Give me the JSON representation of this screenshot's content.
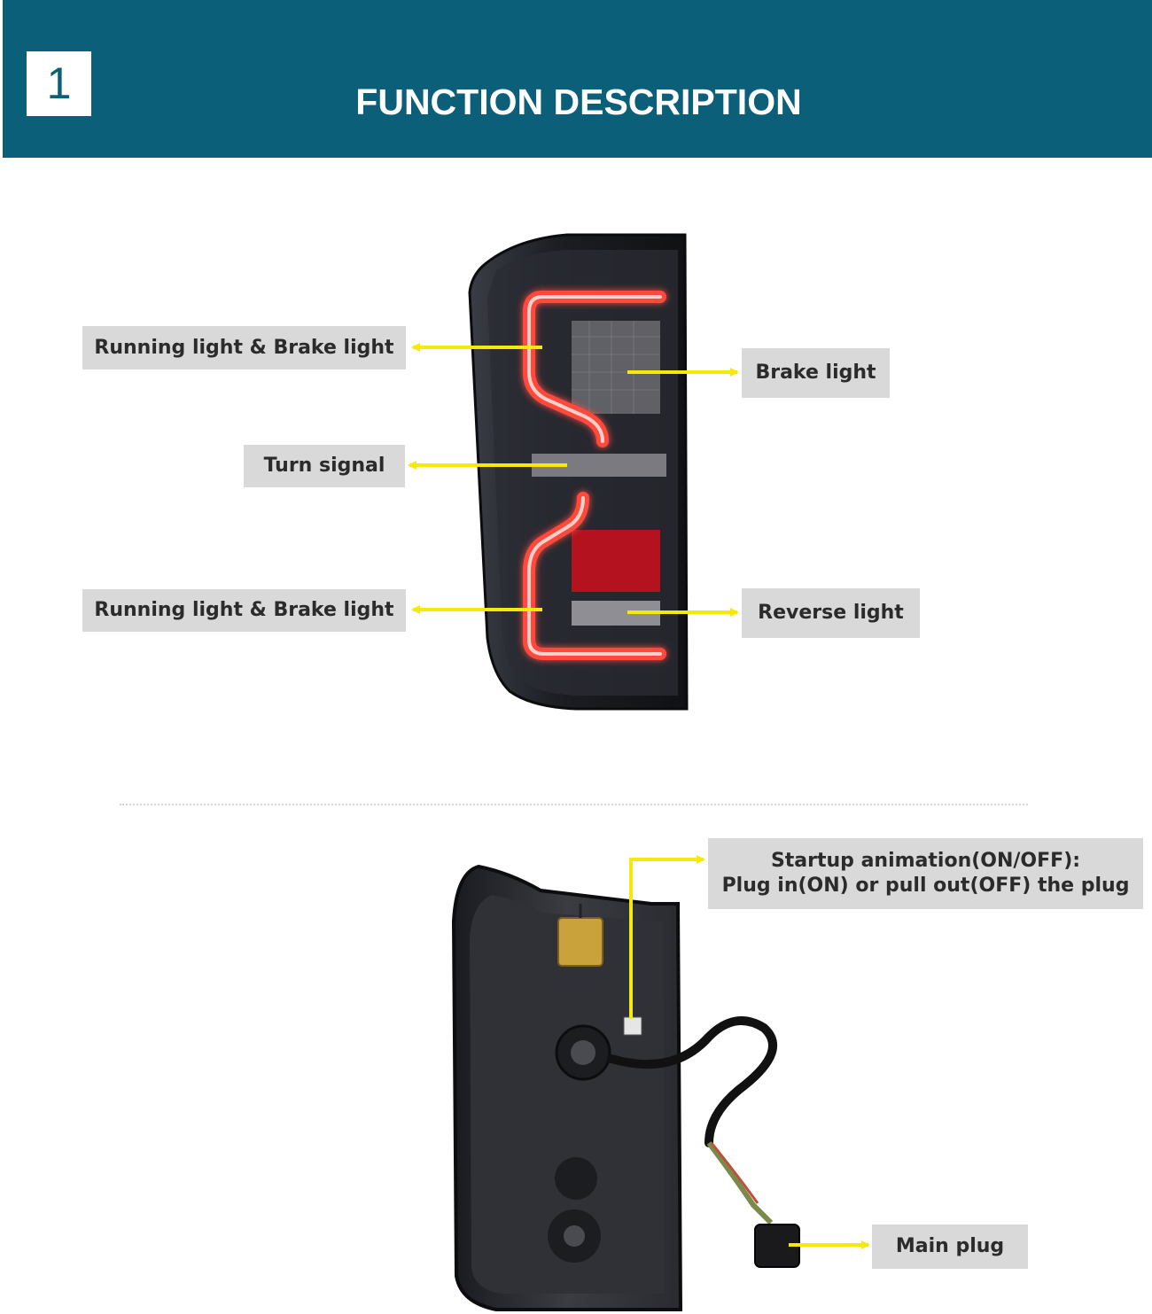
{
  "header": {
    "step_number": "1",
    "title": "FUNCTION DESCRIPTION"
  },
  "front_labels": {
    "running_brake_top": "Running light & Brake light",
    "brake": "Brake light",
    "turn_signal": "Turn signal",
    "running_brake_bottom": "Running light & Brake light",
    "reverse": "Reverse light"
  },
  "back_labels": {
    "startup_line1": "Startup animation(ON/OFF):",
    "startup_line2": "Plug in(ON) or pull out(OFF) the plug",
    "main_plug": "Main plug"
  },
  "colors": {
    "header_bg": "#0b5f78",
    "arrow": "#f5e90a",
    "label_bg": "#d9d9d9"
  }
}
